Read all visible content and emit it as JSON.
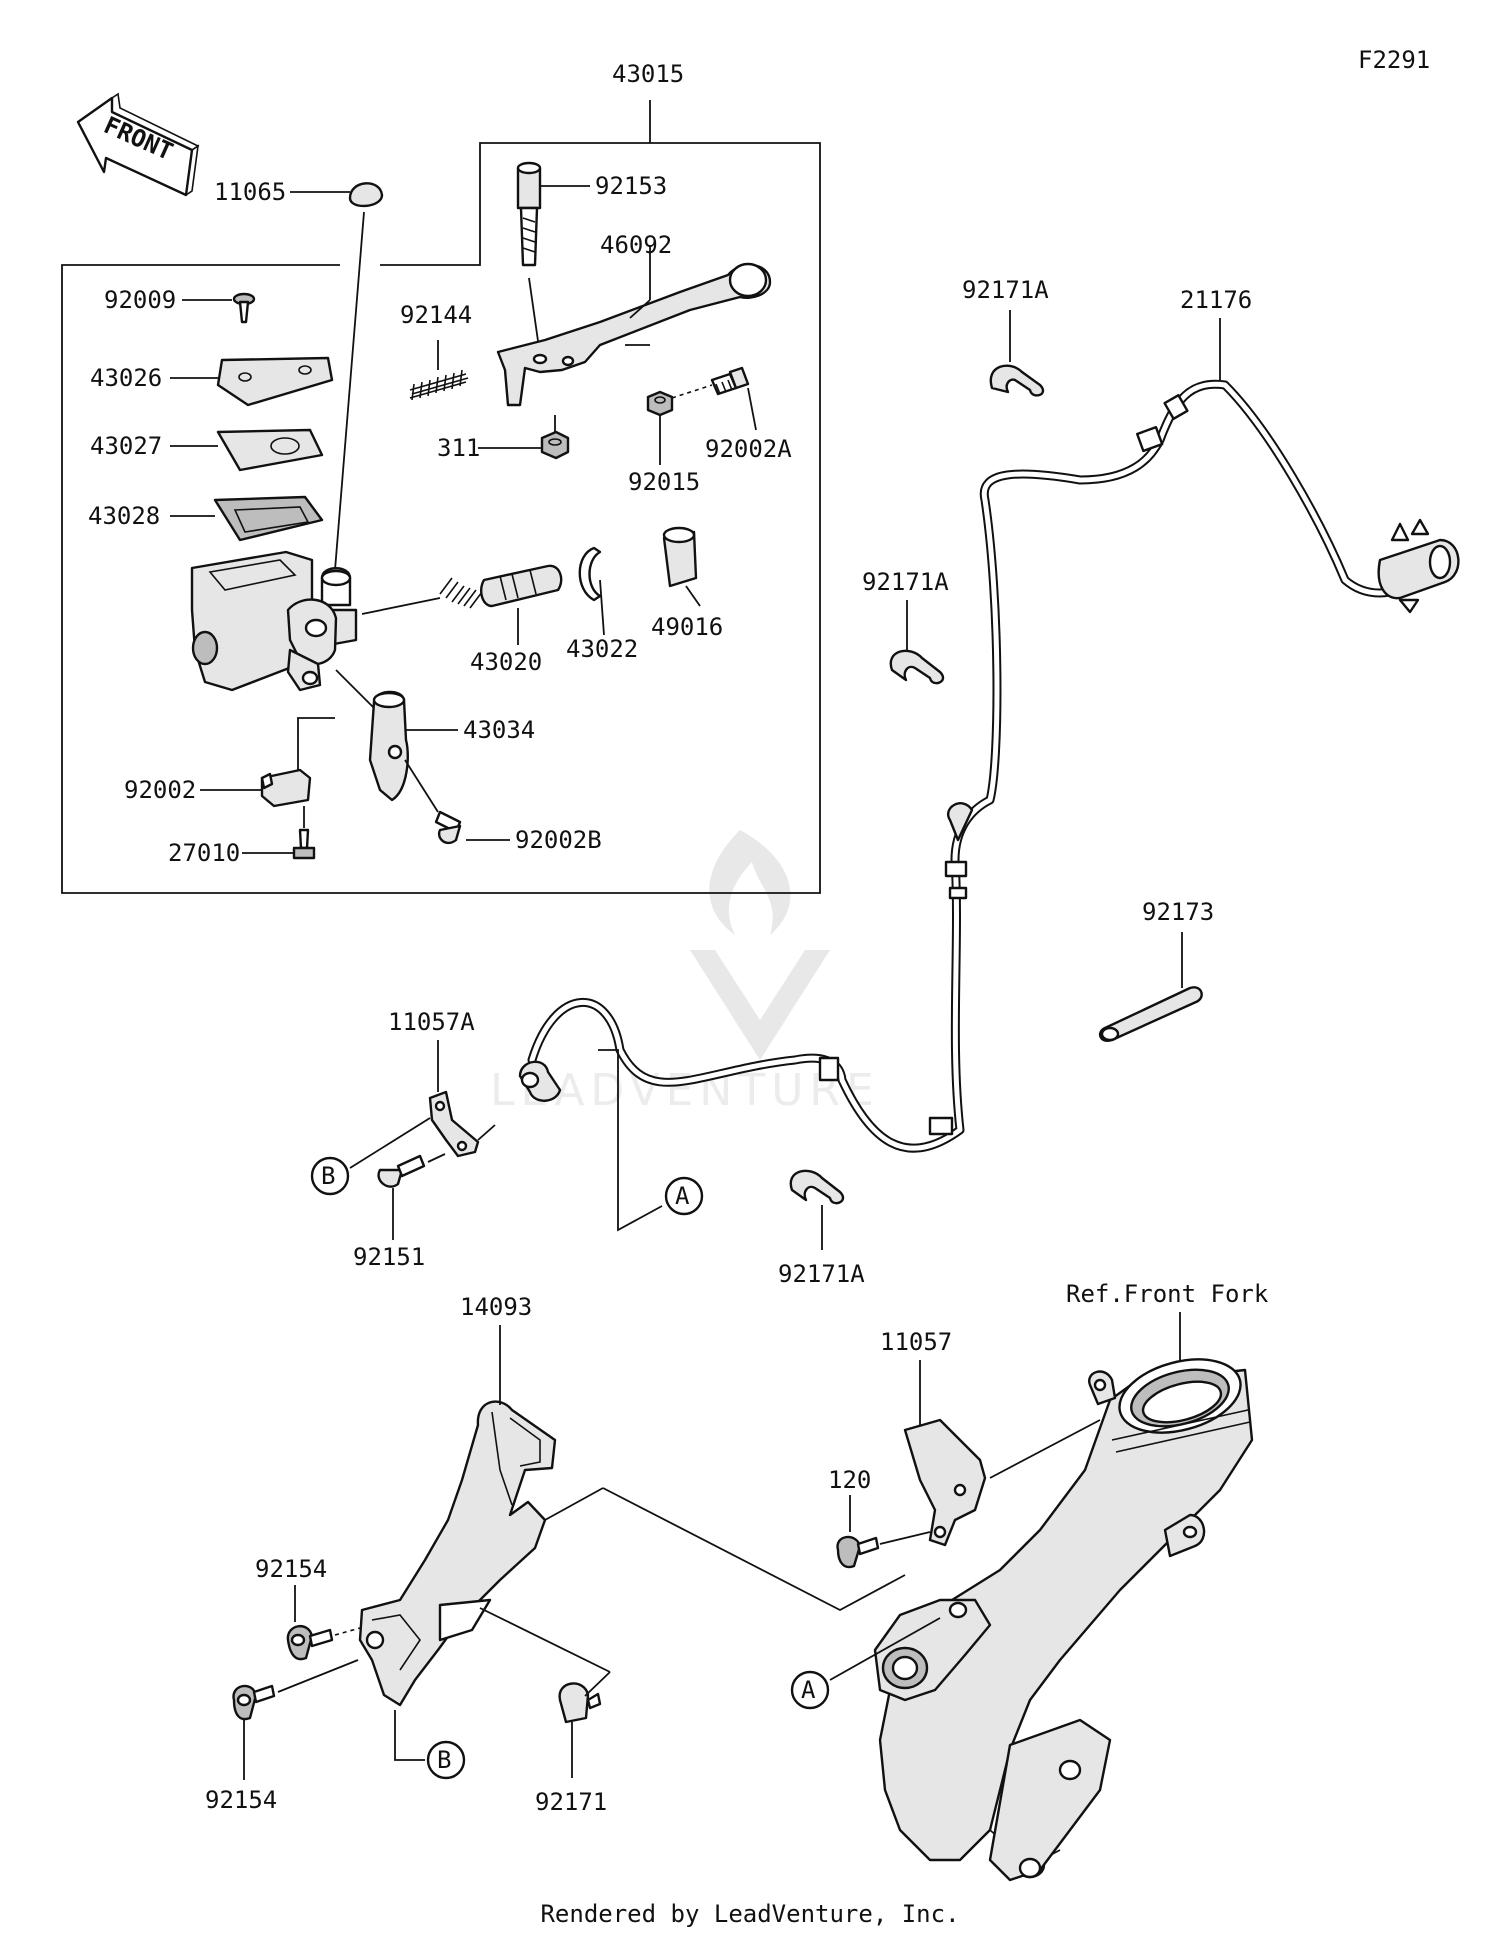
{
  "figure_code": "F2291",
  "front_label": "FRONT",
  "footer": "Rendered by LeadVenture, Inc.",
  "watermark": "LEADVENTURE",
  "ref_label": "Ref.Front Fork",
  "callouts": {
    "A": "A",
    "B": "B"
  },
  "parts": {
    "p43015": "43015",
    "p11065": "11065",
    "p92153": "92153",
    "p46092": "46092",
    "p92009": "92009",
    "p92144": "92144",
    "p43026": "43026",
    "p43027": "43027",
    "p311": "311",
    "p92015": "92015",
    "p92002A": "92002A",
    "p43028": "43028",
    "p43020": "43020",
    "p43022": "43022",
    "p49016": "49016",
    "p43034": "43034",
    "p92002": "92002",
    "p27010": "27010",
    "p92002B": "92002B",
    "p92171A_1": "92171A",
    "p21176": "21176",
    "p92171A_2": "92171A",
    "p92173": "92173",
    "p11057A": "11057A",
    "p92151": "92151",
    "p92171A_3": "92171A",
    "p14093": "14093",
    "p11057": "11057",
    "p120": "120",
    "p92154_1": "92154",
    "p92154_2": "92154",
    "p92171": "92171"
  }
}
